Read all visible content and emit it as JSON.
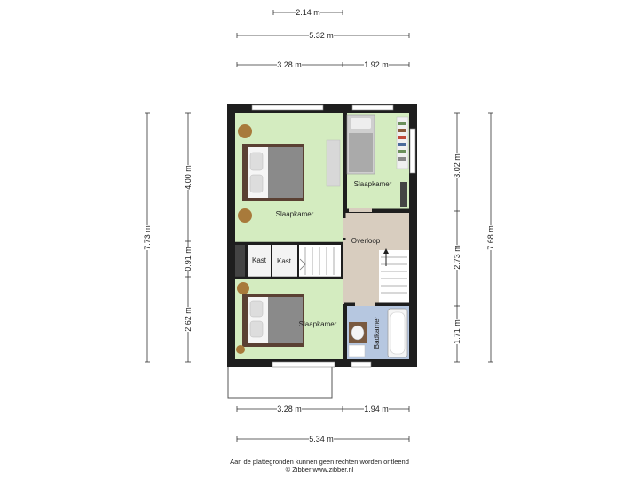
{
  "dimensions": {
    "top_small": "2.14 m",
    "top_total": "5.32 m",
    "top_left": "3.28 m",
    "top_right": "1.92 m",
    "bottom_left": "3.28 m",
    "bottom_right": "1.94 m",
    "bottom_total": "5.34 m",
    "left_total": "7.73 m",
    "left_top": "4.00 m",
    "left_mid": "0.91 m",
    "left_bottom": "2.62 m",
    "right_top": "3.02 m",
    "right_mid": "2.73 m",
    "right_bottom": "1.71 m",
    "right_total": "7.68 m"
  },
  "rooms": {
    "bedroom_main": "Slaapkamer",
    "bedroom_small": "Slaapkamer",
    "bedroom_bottom": "Slaapkamer",
    "landing": "Overloop",
    "closet_left": "Kast",
    "closet_right": "Kast",
    "bathroom": "Badkamer"
  },
  "footer": {
    "disclaimer": "Aan de plattegronden kunnen geen rechten worden ontleend",
    "copyright": "© Zibber www.zibber.nl"
  },
  "colors": {
    "bedroom": "#d4ecc0",
    "landing": "#d8cdbf",
    "bathroom": "#b6c7e0",
    "closet": "#f3f3f3",
    "wall": "#1e1e1e"
  }
}
